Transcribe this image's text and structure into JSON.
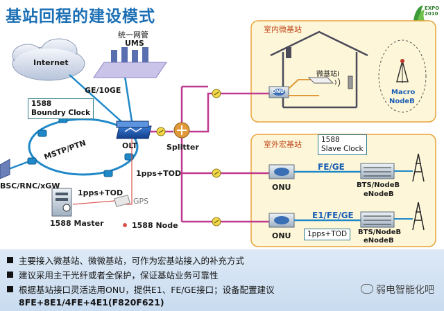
{
  "title": "基站回程的建设模式",
  "logo": {
    "text": "EXPO\n2010"
  },
  "nodes": {
    "internet": "Internet",
    "ums_cn": "统一网管",
    "ums": "UMS",
    "ge10": "GE/10GE",
    "boundary": "1588\nBoundry Clock",
    "mstp": "MSTP/PTN",
    "olt": "OLT",
    "splitter": "Splitter",
    "bsc": "BSC/RNC/xGW",
    "pps1": "1pps+TOD",
    "pps2": "1pps+TOD",
    "gps": "GPS",
    "master": "1588 Master",
    "node1588": "1588 Node"
  },
  "indoor": {
    "title": "室内微基站",
    "micro": "微基站I",
    "onu": "ONU",
    "macro1": "Macro",
    "macro2": "NodeB"
  },
  "outdoor": {
    "title": "室外宏基站",
    "slave1": "1588",
    "slave2": "Slave Clock",
    "fege": "FE/GE",
    "onu1": "ONU",
    "bts1a": "BTS/NodeB",
    "bts1b": "eNodeB",
    "e1fege": "E1/FE/GE",
    "pps": "1pps+TOD",
    "onu2": "ONU",
    "bts2a": "BTS/NodeB",
    "bts2b": "eNodeB"
  },
  "bullets": [
    "主要接入微基站、微微基站，可作为宏基站接入的补充方式",
    "建议采用主干光纤或者全保护，保证基站业务可靠性",
    "根据基站接口灵活选用ONU，提供E1、FE/GE接口；设备配置建议",
    "8FE+8E1/4FE+4E1(F820F621)"
  ],
  "watermark": "弱电智能化吧",
  "colors": {
    "title": "#1b6fb5",
    "fiber": "#c0398f",
    "zone_border": "#e8a33a",
    "zone_fill": "#fdf6d8",
    "sync": "#d9534f"
  }
}
